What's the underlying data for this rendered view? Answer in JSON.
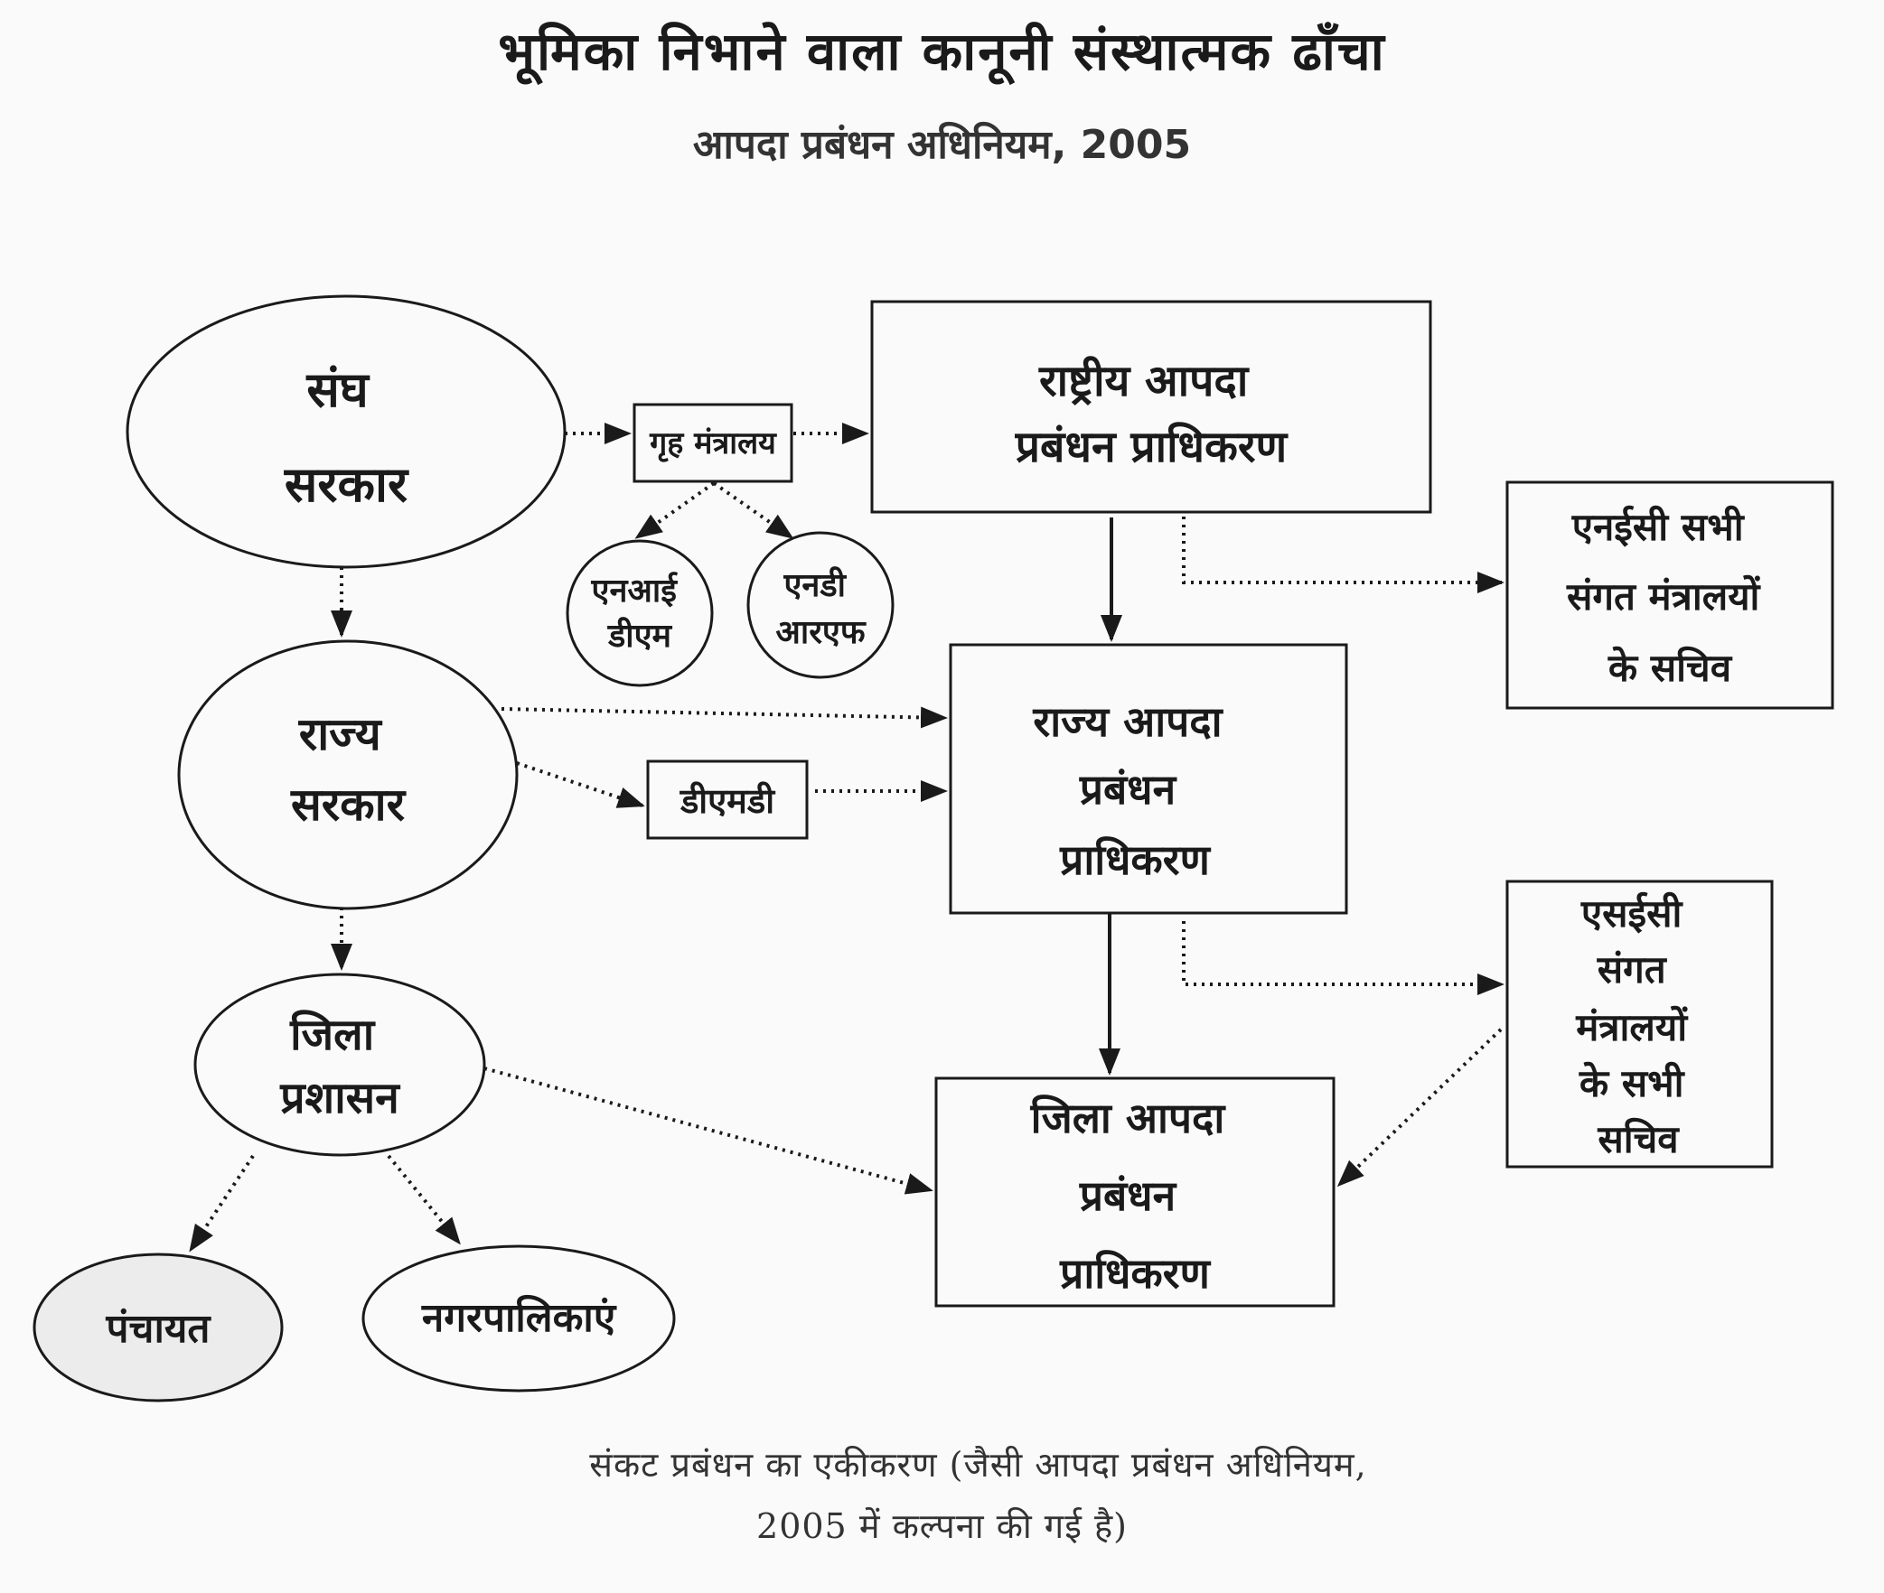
{
  "title": "भूमिका निभाने वाला कानूनी संस्थात्मक ढाँचा",
  "subtitle": "आपदा प्रबंधन अधिनियम, 2005",
  "nodes": {
    "union_govt": [
      "संघ",
      "सरकार"
    ],
    "mha": [
      "गृह मंत्रालय"
    ],
    "nidm": [
      "एनआई",
      "डीएम"
    ],
    "ndrf": [
      "एनडी",
      "आरएफ"
    ],
    "ndma": [
      "राष्ट्रीय आपदा",
      "प्रबंधन प्राधिकरण"
    ],
    "nec": [
      "एनईसी सभी",
      "संगत मंत्रालयों",
      "के सचिव"
    ],
    "state_govt": [
      "राज्य",
      "सरकार"
    ],
    "dmd": [
      "डीएमडी"
    ],
    "sdma": [
      "राज्य आपदा",
      "प्रबंधन",
      "प्राधिकरण"
    ],
    "sec": [
      "एसईसी",
      "संगत",
      "मंत्रालयों",
      "के सभी",
      "सचिव"
    ],
    "district_admin": [
      "जिला",
      "प्रशासन"
    ],
    "ddma": [
      "जिला आपदा",
      "प्रबंधन",
      "प्राधिकरण"
    ],
    "panchayat": [
      "पंचायत"
    ],
    "municipalities": [
      "नगरपालिकाएं"
    ]
  },
  "caption": {
    "line1": "संकट प्रबंधन का एकीकरण (जैसी आपदा प्रबंधन अधिनियम,",
    "line2": "2005 में कल्पना की गई है)"
  }
}
